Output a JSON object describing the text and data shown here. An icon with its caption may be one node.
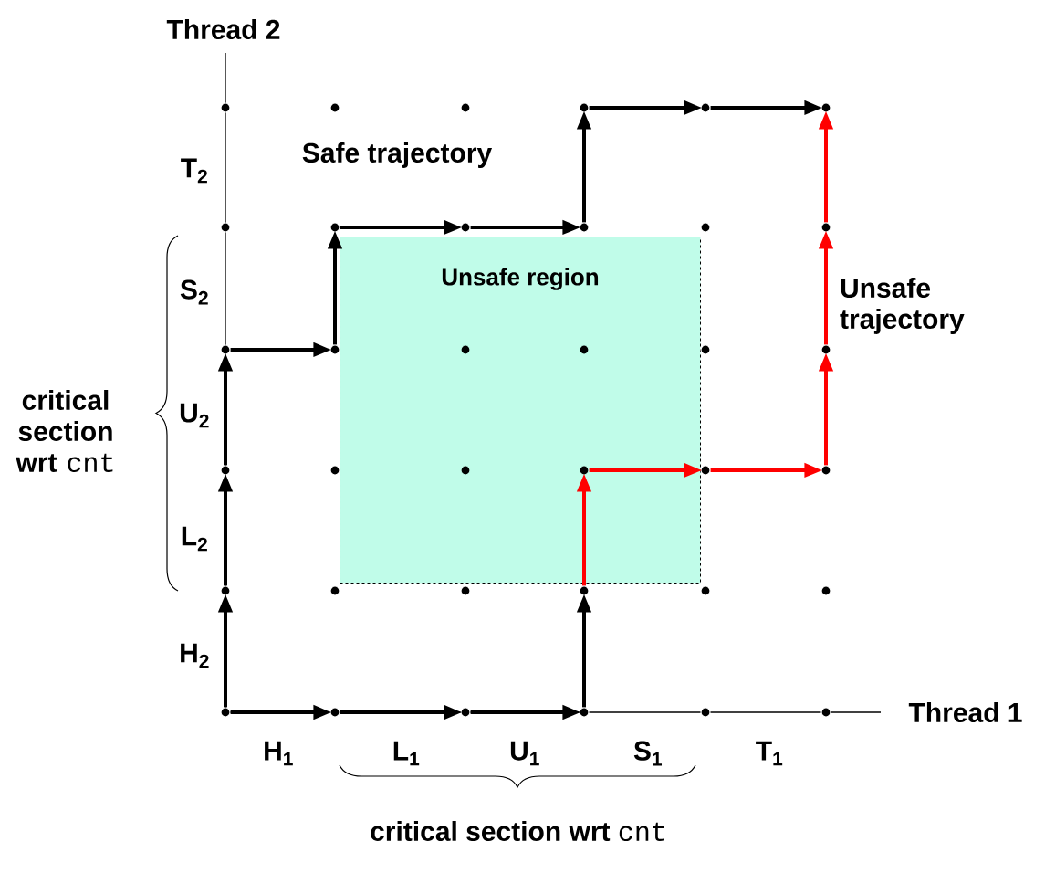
{
  "diagram": {
    "nodes": [
      {
        "text": [
          "Unsafe region"
        ]
      },
      {
        "text": [],
        "shape": "circle"
      },
      {
        "text": [],
        "shape": "circle"
      },
      {
        "text": [],
        "shape": "circle"
      },
      {
        "text": [],
        "shape": "circle"
      },
      {
        "text": [],
        "shape": "circle"
      },
      {
        "text": [],
        "shape": "circle"
      },
      {
        "text": [],
        "shape": "circle"
      },
      {
        "text": [],
        "shape": "circle"
      },
      {
        "text": [],
        "shape": "circle"
      },
      {
        "text": [],
        "shape": "circle"
      },
      {
        "text": [],
        "shape": "circle"
      },
      {
        "text": [],
        "shape": "circle"
      },
      {
        "text": [],
        "shape": "circle"
      },
      {
        "text": [],
        "shape": "circle"
      },
      {
        "text": [],
        "shape": "circle",
        "in": 0
      },
      {
        "text": [],
        "shape": "circle",
        "in": 0
      },
      {
        "text": [],
        "shape": "circle"
      },
      {
        "text": [],
        "shape": "circle"
      },
      {
        "text": [],
        "shape": "circle"
      },
      {
        "text": [],
        "shape": "circle"
      },
      {
        "text": [],
        "shape": "circle",
        "in": 0
      },
      {
        "text": [],
        "shape": "circle",
        "in": 0
      },
      {
        "text": [],
        "shape": "circle"
      },
      {
        "text": [],
        "shape": "circle"
      },
      {
        "text": [],
        "shape": "circle"
      },
      {
        "text": [],
        "shape": "circle"
      },
      {
        "text": [],
        "shape": "circle"
      },
      {
        "text": [],
        "shape": "circle"
      },
      {
        "text": [],
        "shape": "circle"
      },
      {
        "text": [],
        "shape": "circle"
      },
      {
        "text": [],
        "shape": "circle"
      },
      {
        "text": [],
        "shape": "circle"
      },
      {
        "text": [],
        "shape": "circle"
      },
      {
        "text": [],
        "shape": "circle"
      },
      {
        "text": [],
        "shape": "circle"
      },
      {
        "text": [],
        "shape": "circle"
      }
    ],
    "edges": [
      {
        "from": 31,
        "to": 32,
        "arrow": "to"
      },
      {
        "from": 32,
        "to": 33,
        "arrow": "to"
      },
      {
        "from": 33,
        "to": 34,
        "arrow": "to"
      },
      {
        "from": 34,
        "to": 28,
        "arrow": "to"
      },
      {
        "from": 31,
        "to": 25,
        "arrow": "to"
      },
      {
        "from": 25,
        "to": 19,
        "arrow": "to"
      },
      {
        "from": 19,
        "to": 13,
        "arrow": "to"
      },
      {
        "from": 13,
        "to": 14,
        "arrow": "to"
      },
      {
        "from": 14,
        "to": 8,
        "arrow": "to"
      },
      {
        "from": 8,
        "to": 9,
        "arrow": "to"
      },
      {
        "from": 9,
        "to": 10,
        "arrow": "to"
      },
      {
        "from": 10,
        "to": 4,
        "arrow": "to"
      },
      {
        "from": 4,
        "to": 5,
        "arrow": "to"
      },
      {
        "from": 5,
        "to": 6,
        "arrow": "to"
      },
      {
        "from": 28,
        "to": 22,
        "arrow": "to",
        "color": "#ff0000"
      },
      {
        "from": 22,
        "to": 23,
        "arrow": "to",
        "color": "#ff0000"
      },
      {
        "from": 23,
        "to": 24,
        "arrow": "to",
        "color": "#ff0000"
      },
      {
        "from": 24,
        "to": 18,
        "arrow": "to",
        "color": "#ff0000"
      },
      {
        "from": 18,
        "to": 12,
        "arrow": "to",
        "color": "#ff0000"
      },
      {
        "from": 12,
        "to": 6,
        "arrow": "to",
        "color": "#ff0000"
      }
    ],
    "labels": [
      "Thread 2",
      "T$_{2}$",
      "Safe trajectory",
      "S$_{2}$",
      "Unsafe trajectory",
      "critical section wrt",
      "cnt",
      "U$_{2}$",
      "L$_{2}$",
      "H$_{2}$",
      "Thread 1",
      "H$_{1}$",
      "L$_{1}$",
      "U$_{1}$",
      "S$_{1}$",
      "T$_{1}$",
      "critical section wrt",
      "cnt"
    ]
  }
}
